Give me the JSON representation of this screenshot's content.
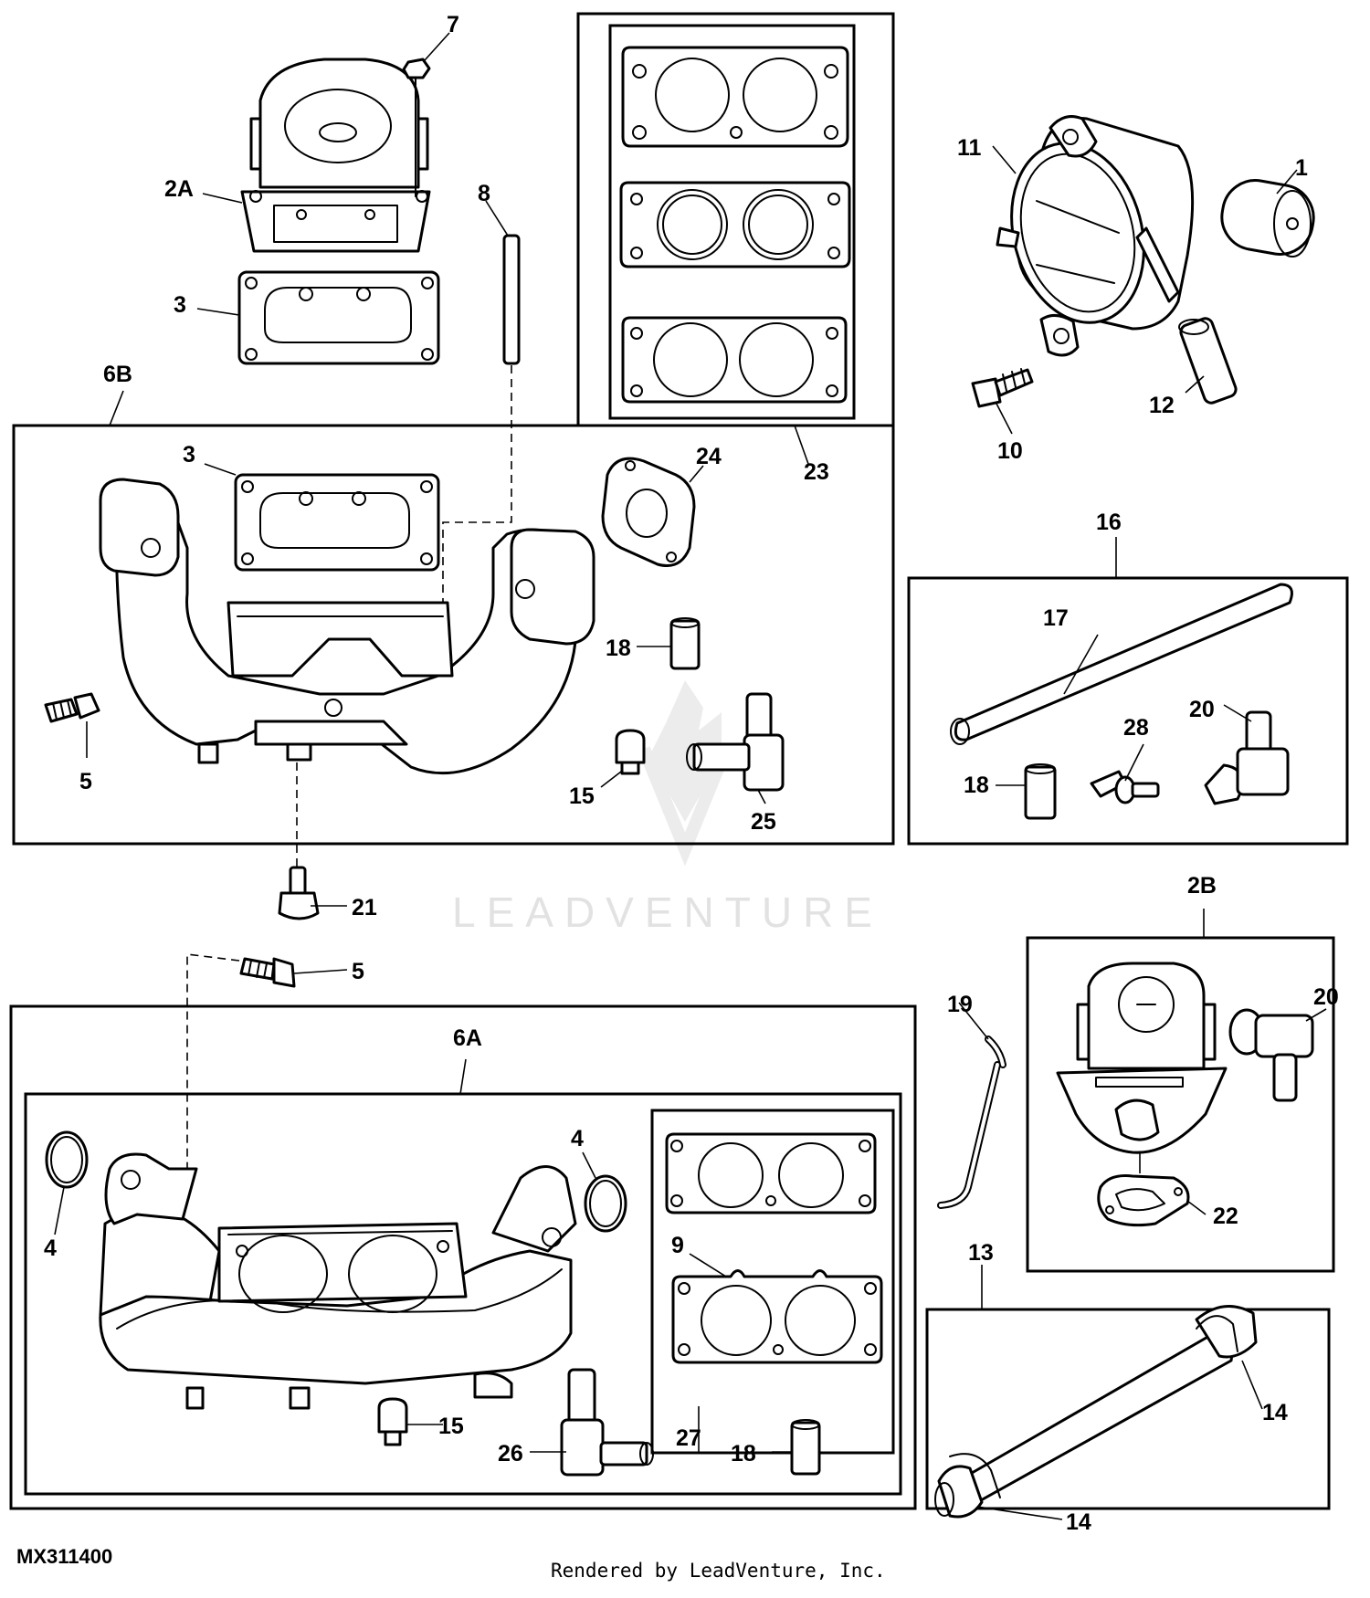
{
  "figure_id": "MX311400",
  "credit": "Rendered by LeadVenture, Inc.",
  "watermark": "LEADVENTURE",
  "callouts": [
    "7",
    "2A",
    "8",
    "3",
    "6B",
    "3",
    "24",
    "23",
    "11",
    "1",
    "12",
    "10",
    "16",
    "17",
    "28",
    "20",
    "18",
    "18",
    "5",
    "15",
    "25",
    "21",
    "5",
    "6A",
    "4",
    "4",
    "9",
    "27",
    "15",
    "26",
    "18",
    "2B",
    "20",
    "19",
    "22",
    "13",
    "14",
    "14"
  ]
}
